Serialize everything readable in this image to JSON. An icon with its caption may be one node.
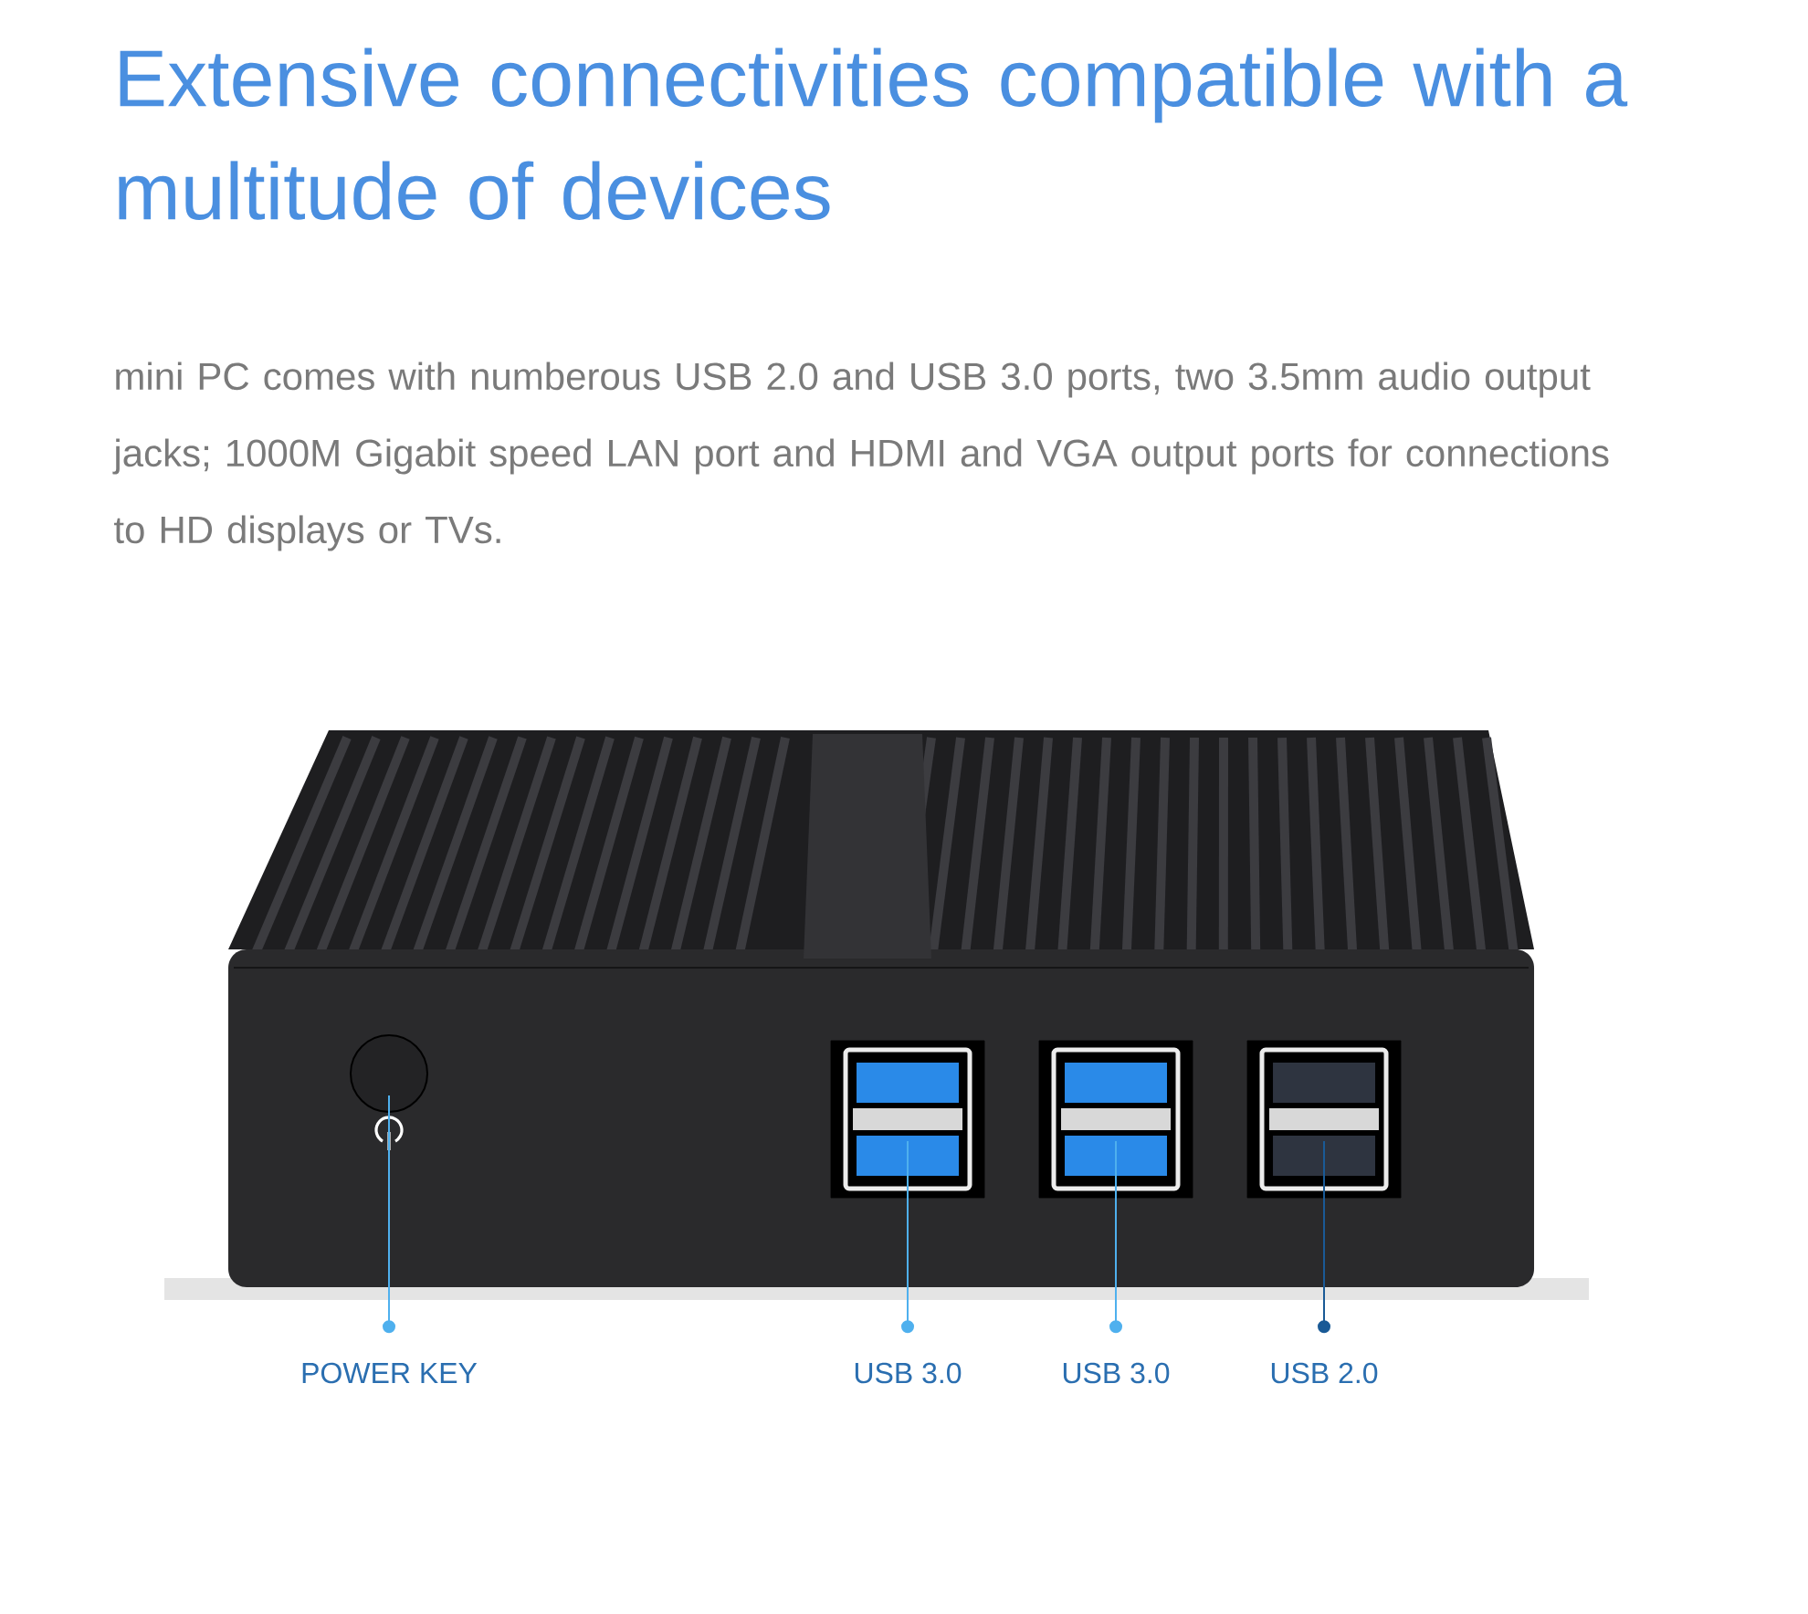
{
  "diagram": {
    "title": "Extensive connectivities compatible with a multitude of devices",
    "caption": "mini PC comes with numberous USB 2.0 and USB 3.0 ports, two 3.5mm audio output jacks; 1000M Gigabit speed LAN port and HDMI and VGA output ports for connections to HD displays or TVs.",
    "nodes": [
      {
        "text": [],
        "shape": "circle"
      },
      {
        "text": [],
        "shape": "box"
      },
      {
        "text": [],
        "shape": "box"
      },
      {
        "text": [],
        "shape": "box"
      },
      {
        "text": [
          "POWER KEY"
        ]
      },
      {
        "text": [
          "USB 3.0"
        ]
      },
      {
        "text": [
          "USB 3.0"
        ]
      },
      {
        "text": [
          "USB 2.0"
        ]
      }
    ],
    "edges": [
      {
        "from": 0,
        "to": 4,
        "arrow": "to"
      },
      {
        "from": 1,
        "to": 5,
        "arrow": "to"
      },
      {
        "from": 2,
        "to": 6,
        "arrow": "to"
      },
      {
        "from": 3,
        "to": 7,
        "arrow": "to",
        "color": "#1a5a96"
      }
    ]
  }
}
